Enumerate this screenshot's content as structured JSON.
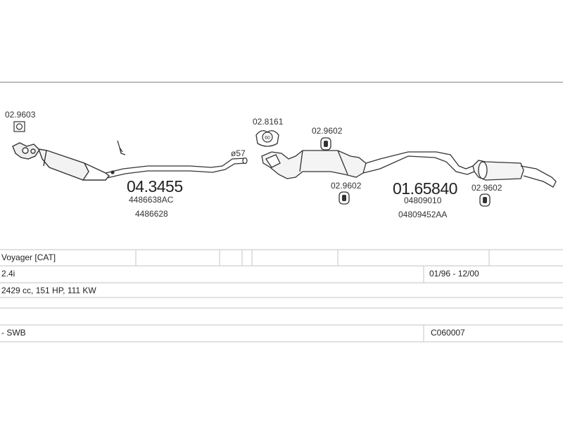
{
  "diagram": {
    "parts": {
      "clamp_left": "02.9603",
      "bracket_top": "02.8161",
      "bracket_top_badge": "60",
      "hanger_1": "02.9602",
      "hanger_2": "02.9602",
      "hanger_3": "02.9602",
      "pipe_size": "ø57",
      "front_pipe_code": "04.3455",
      "front_pipe_oe_1": "4486638AC",
      "front_pipe_oe_2": "4486628",
      "rear_box_code": "01.65840",
      "rear_box_oe_1": "04809010",
      "rear_box_oe_2": "04809452AA"
    }
  },
  "vehicle_table": {
    "model": "Voyager  [CAT]",
    "engine": "2.4i",
    "production": "01/96 - 12/00",
    "specs": "2429 cc, 151 HP, 111 KW",
    "variant": "- SWB",
    "kit_code": "C060007"
  }
}
